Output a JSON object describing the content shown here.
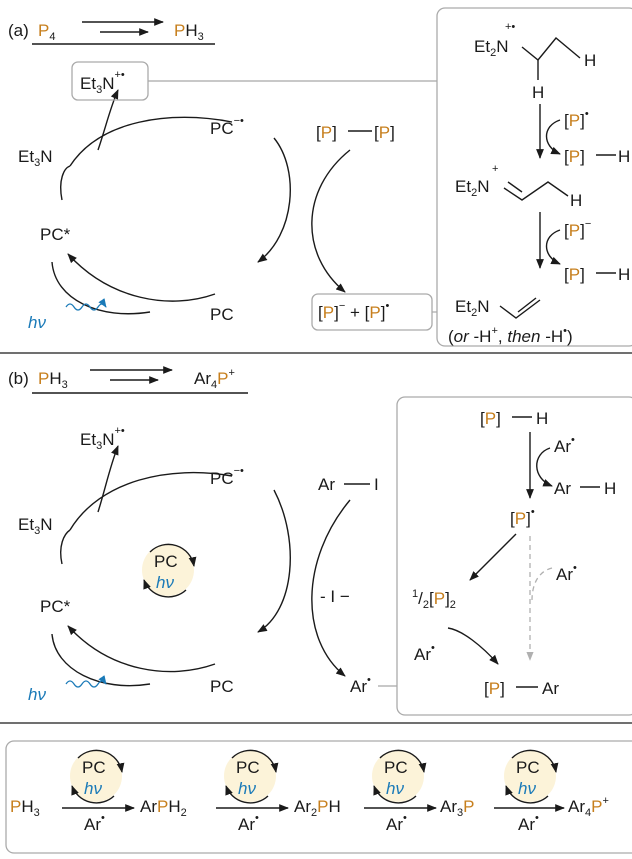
{
  "colors": {
    "phosphorus": "#c77f1d",
    "light": "#1a7ab8",
    "panel_fill": "#fcf3d9",
    "frame": "#aaaaaa",
    "ink": "#1a1a1a"
  },
  "panel_a": {
    "label": "(a)",
    "reaction": {
      "start": "P",
      "start_sub": "4",
      "end": "P",
      "end_tail": "H",
      "end_sub": "3"
    },
    "cycle": {
      "amine": "Et",
      "amine_sub": "3",
      "amine_tail": "N",
      "radical_cation": "Et",
      "radical_cation_sub": "3",
      "radical_cation_tail": "N",
      "radical_cation_charge": "+•",
      "pc_anion": "PC",
      "pc_anion_charge": "−•",
      "pc_excited": "PC*",
      "pc_ground": "PC",
      "light": "hν"
    },
    "dimer": {
      "left_open": "[",
      "p": "P",
      "close": "]"
    },
    "products": {
      "anion": "−",
      "plus": " + ",
      "radical": "•"
    },
    "side": {
      "top_label": "Et",
      "top_sub": "2",
      "top_n": "N",
      "top_charge": "+•",
      "h": "H",
      "p_radical_charge": "•",
      "p_h_h": "H",
      "iminium": "Et",
      "iminium_sub": "2",
      "iminium_n": "N",
      "iminium_charge": "+",
      "p_anion_charge": "−",
      "enamine": "Et",
      "enamine_sub": "2",
      "enamine_n": "N",
      "note_open": "(",
      "note_or": "or",
      "note_mid": " -H",
      "note_mid_charge": "+",
      "note_comma": ",",
      "note_then": "then",
      "note_end": " -H",
      "note_end_charge": "•",
      "note_close": ")"
    }
  },
  "panel_b": {
    "label": "(b)",
    "reaction": {
      "start": "P",
      "start_tail": "H",
      "start_sub": "3",
      "end": "Ar",
      "end_sub": "4",
      "end_p": "P",
      "end_charge": "+"
    },
    "cycle": {
      "amine": "Et",
      "amine_sub": "3",
      "amine_tail": "N",
      "radical_cation": "Et",
      "radical_cation_sub": "3",
      "radical_cation_tail": "N",
      "radical_cation_charge": "+•",
      "pc_anion": "PC",
      "pc_anion_charge": "−•",
      "pc_excited": "PC*",
      "pc_ground": "PC",
      "light": "hν",
      "inner_pc": "PC",
      "inner_light": "hν"
    },
    "aryl_iodide": {
      "ar": "Ar",
      "i": "I"
    },
    "iodide": "- I −",
    "aryl_radical": {
      "ar": "Ar",
      "charge": "•"
    },
    "side": {
      "ph_h": "H",
      "ar": "Ar",
      "ar_charge": "•",
      "arh_ar": "Ar",
      "arh_h": "H",
      "p_radical_charge": "•",
      "half_num": "1",
      "half_slash": "/",
      "half_den": "2",
      "dimer_sub": "2",
      "ar_right": "Ar",
      "ar_right_charge": "•",
      "ar_left": "Ar",
      "ar_left_charge": "•",
      "product_ar": "Ar"
    }
  },
  "sequence": {
    "pc": "PC",
    "light": "hν",
    "ar": "Ar",
    "ar_charge": "•",
    "s0": {
      "p": "P",
      "tail": "H",
      "sub": "3"
    },
    "s1": {
      "pre": "Ar",
      "p": "P",
      "tail": "H",
      "sub": "2"
    },
    "s2": {
      "pre": "Ar",
      "sub1": "2",
      "p": "P",
      "tail": "H"
    },
    "s3": {
      "pre": "Ar",
      "sub1": "3",
      "p": "P"
    },
    "s4": {
      "pre": "Ar",
      "sub1": "4",
      "p": "P",
      "charge": "+"
    }
  }
}
